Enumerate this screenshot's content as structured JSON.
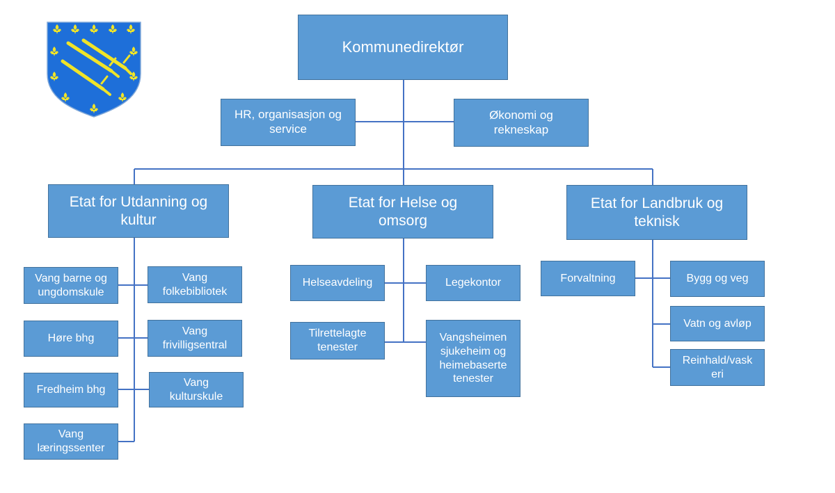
{
  "crest": {
    "name": "coat-of-arms",
    "colors": {
      "field": "#1e6fd9",
      "charge": "#f0e428"
    }
  },
  "colors": {
    "box_fill": "#5b9bd5",
    "box_border": "#41719c",
    "connector": "#4472c4",
    "text": "#ffffff"
  },
  "chart_data": {
    "type": "table",
    "root": "Kommunedirektør",
    "staff": [
      "HR, organisasjon og service",
      "Økonomi og rekneskap"
    ],
    "departments": [
      {
        "name": "Etat for Utdanning og kultur",
        "units": [
          "Vang barne og ungdomskule",
          "Vang folkebibliotek",
          "Høre bhg",
          "Vang frivilligsentral",
          "Fredheim bhg",
          "Vang kulturskule",
          "Vang læringssenter"
        ]
      },
      {
        "name": "Etat for Helse og omsorg",
        "units": [
          "Helseavdeling",
          "Legekontor",
          "Tilrettelagte tenester",
          "Vangsheimen sjukeheim og heimebaserte tenester"
        ]
      },
      {
        "name": "Etat for Landbruk og teknisk",
        "units": [
          "Forvaltning",
          "Bygg og veg",
          "Vatn og avløp",
          "Reinhald/vask eri"
        ]
      }
    ]
  },
  "boxes": {
    "kommunedirektor": [
      "Kommunedirektør"
    ],
    "hr": [
      "HR, organisasjon og",
      "service"
    ],
    "okonomi": [
      "Økonomi og",
      "rekneskap"
    ],
    "etat_utdanning": [
      "Etat for Utdanning og",
      "kultur"
    ],
    "etat_helse": [
      "Etat for Helse og",
      "omsorg"
    ],
    "etat_landbruk": [
      "Etat for Landbruk og",
      "teknisk"
    ],
    "vang_barne": [
      "Vang barne og",
      "ungdomskule"
    ],
    "vang_folkebibliotek": [
      "Vang",
      "folkebibliotek"
    ],
    "hore_bhg": [
      "Høre bhg"
    ],
    "vang_frivilligsentral": [
      "Vang",
      "frivilligsentral"
    ],
    "fredheim_bhg": [
      "Fredheim bhg"
    ],
    "vang_kulturskule": [
      "Vang",
      "kulturskule"
    ],
    "vang_laeringssenter": [
      "Vang",
      "læringssenter"
    ],
    "helseavdeling": [
      "Helseavdeling"
    ],
    "legekontor": [
      "Legekontor"
    ],
    "tilrettelagte": [
      "Tilrettelagte",
      "tenester"
    ],
    "vangsheimen": [
      "Vangsheimen",
      "sjukeheim og",
      "heimebaserte",
      "tenester"
    ],
    "forvaltning": [
      "Forvaltning"
    ],
    "bygg_veg": [
      "Bygg og veg"
    ],
    "vatn_avlop": [
      "Vatn og avløp"
    ],
    "reinhald": [
      "Reinhald/vask",
      "eri"
    ]
  }
}
